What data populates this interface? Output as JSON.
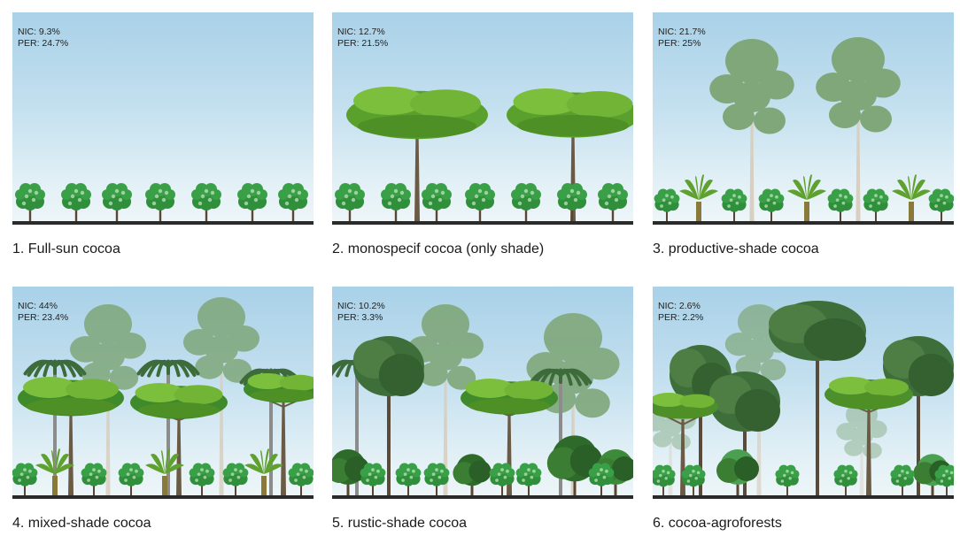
{
  "panels": [
    {
      "caption": "1. Full-sun cocoa",
      "nic": "NIC: 9.3%",
      "per": "PER: 24.7%",
      "scene": "full-sun"
    },
    {
      "caption": "2. monospecif cocoa (only shade)",
      "nic": "NIC: 12.7%",
      "per": "PER: 21.5%",
      "scene": "monospecific"
    },
    {
      "caption": "3. productive-shade cocoa",
      "nic": "NIC: 21.7%",
      "per": "PER: 25%",
      "scene": "productive"
    },
    {
      "caption": "4. mixed-shade cocoa",
      "nic": "NIC: 44%",
      "per": "PER: 23.4%",
      "scene": "mixed"
    },
    {
      "caption": "5. rustic-shade cocoa",
      "nic": "NIC: 10.2%",
      "per": "PER: 3.3%",
      "scene": "rustic"
    },
    {
      "caption": "6. cocoa-agroforests",
      "nic": "NIC: 2.6%",
      "per": "PER: 2.2%",
      "scene": "agroforest"
    }
  ],
  "colors": {
    "sky_top": "#a9d1e8",
    "sky_bottom": "#eef6f8",
    "cocoa": "#2f8f3a",
    "acacia": "#5aa02c",
    "eucalyptus": "#7fa77a",
    "ground": "#2a2a2a"
  }
}
